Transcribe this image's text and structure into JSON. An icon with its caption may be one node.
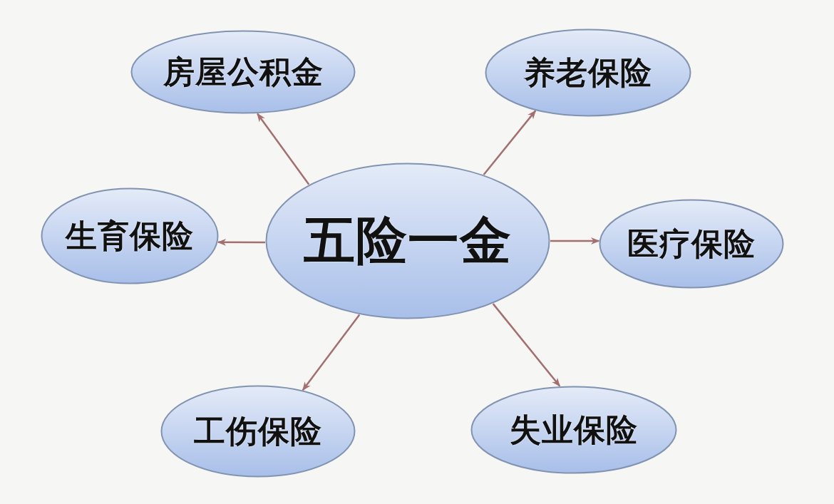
{
  "diagram": {
    "nodes": [
      {
        "text": [
          "房屋公积金"
        ]
      },
      {
        "text": [
          "养老保险"
        ]
      },
      {
        "text": [
          "生育保险"
        ]
      },
      {
        "text": [
          "五险一金"
        ]
      },
      {
        "text": [
          "医疗保险"
        ]
      },
      {
        "text": [
          "工伤保险"
        ]
      },
      {
        "text": [
          "失业保险"
        ]
      }
    ],
    "edges": [
      {
        "from": 3,
        "to": 0,
        "arrow": "to"
      },
      {
        "from": 3,
        "to": 1,
        "arrow": "to"
      },
      {
        "from": 3,
        "to": 2,
        "arrow": "to"
      },
      {
        "from": 3,
        "to": 4,
        "arrow": "to"
      },
      {
        "from": 3,
        "to": 5,
        "arrow": "to"
      },
      {
        "from": 3,
        "to": 6,
        "arrow": "to"
      }
    ]
  }
}
